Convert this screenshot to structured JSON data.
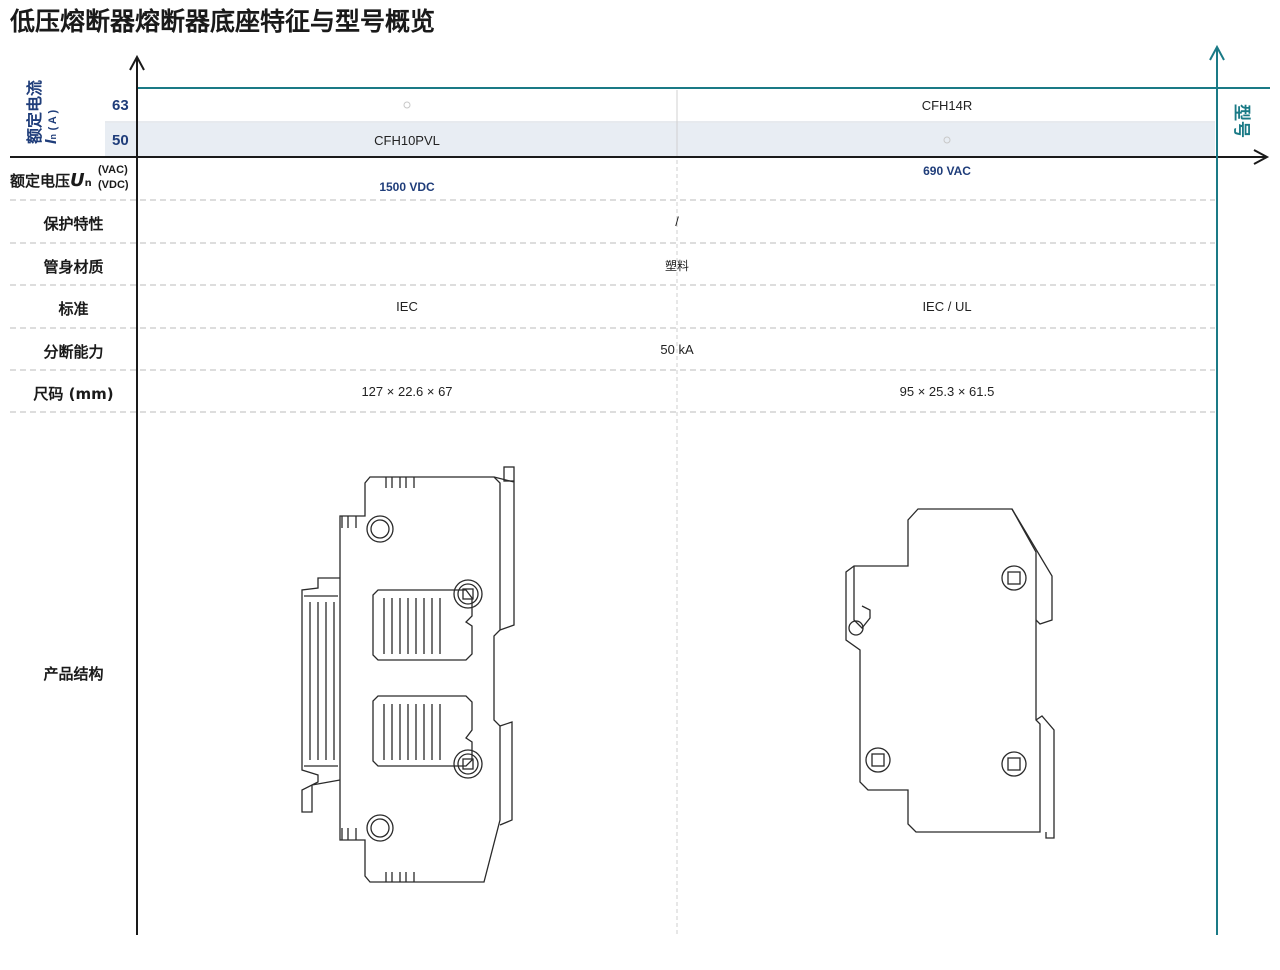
{
  "title": "低压熔断器熔断器底座特征与型号概览",
  "axis": {
    "current_label": "额定电流",
    "current_symbol": "I",
    "current_sub": "n",
    "current_unit": "( A )",
    "model_label": "型号",
    "current_values": [
      "63",
      "50"
    ]
  },
  "columns": [
    {
      "model_63": "",
      "model_50": "CFH10PVL",
      "voltage": "1500 VDC",
      "standard": "IEC",
      "size": "127 × 22.6 × 67"
    },
    {
      "model_63": "CFH14R",
      "model_50": "",
      "voltage": "690 VAC",
      "standard": "IEC / UL",
      "size": "95 × 25.3 × 61.5"
    }
  ],
  "voltage_label": {
    "prefix": "额定电压",
    "symbol": "U",
    "sub": "n",
    "ac": "(VAC)",
    "dc": "(VDC)"
  },
  "rows": {
    "protection_label": "保护特性",
    "protection_value": "/",
    "material_label": "管身材质",
    "material_value": "塑料",
    "standard_label": "标准",
    "breaking_label": "分断能力",
    "breaking_value": "50 kA",
    "size_label": "尺码 (mm)",
    "structure_label": "产品结构"
  },
  "colors": {
    "teal": "#1a7a86",
    "navy": "#1f3d7a",
    "band": "#e8edf3"
  }
}
